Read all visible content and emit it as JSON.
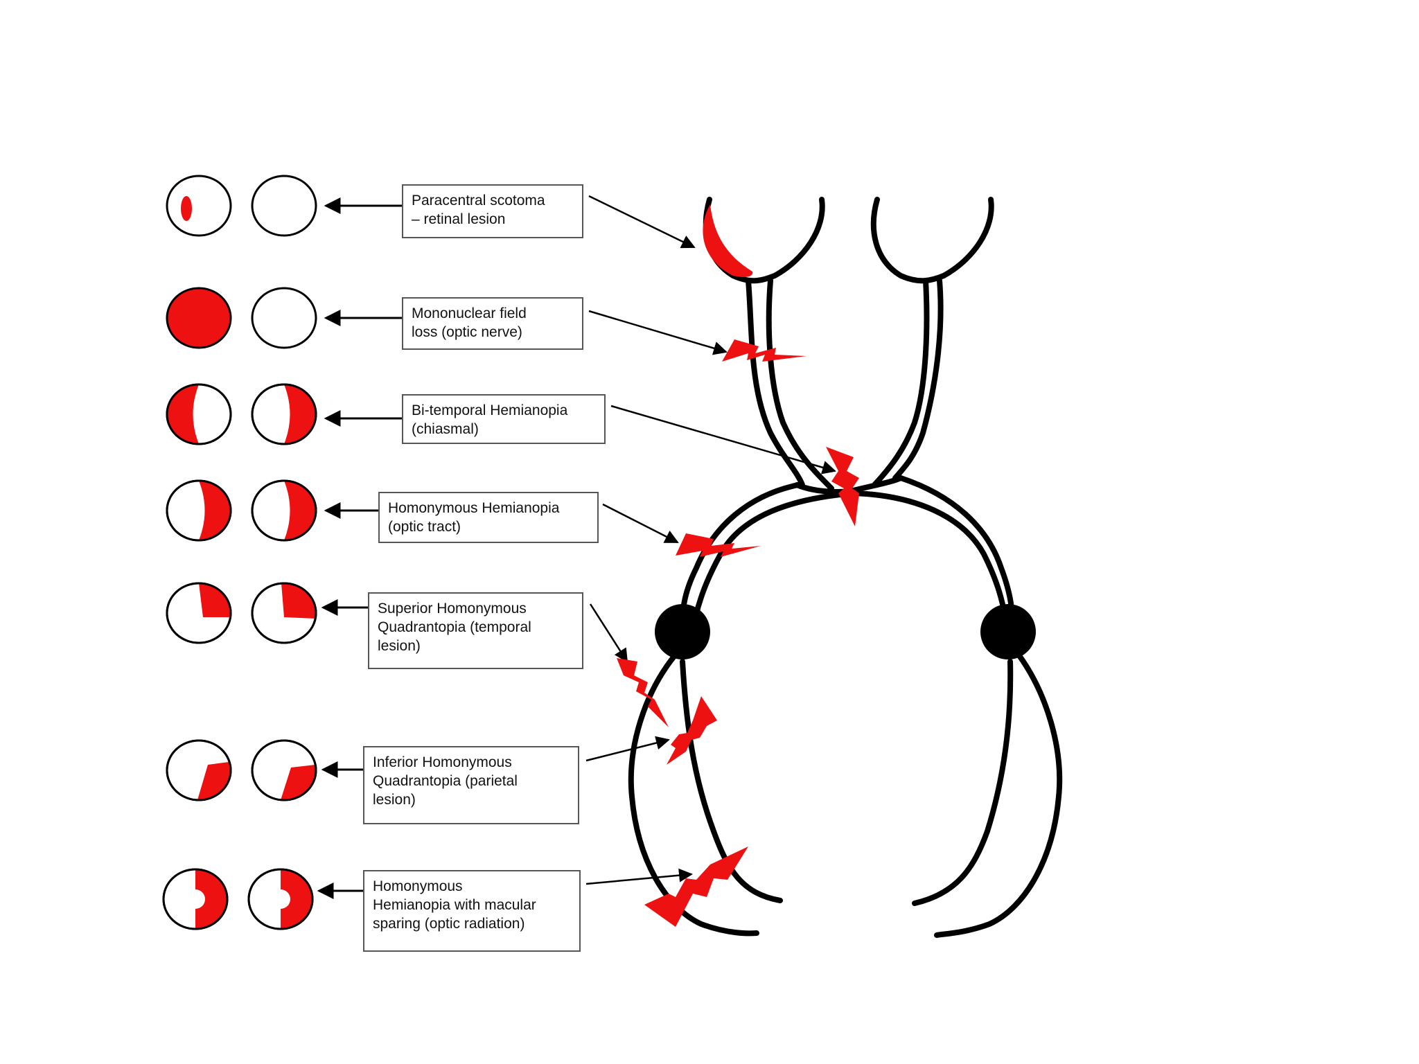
{
  "diagram": {
    "colors": {
      "lesion": "#ee1111",
      "outline": "#000000",
      "box_border": "#555555"
    },
    "rows": [
      {
        "id": "paracentral",
        "lines": [
          "Paracentral scotoma",
          "– retinal lesion"
        ]
      },
      {
        "id": "mononuclear",
        "lines": [
          "Mononuclear field",
          "loss (optic nerve)"
        ]
      },
      {
        "id": "bitemporal",
        "lines": [
          "Bi-temporal Hemianopia",
          "(chiasmal)"
        ]
      },
      {
        "id": "homonymous",
        "lines": [
          "Homonymous Hemianopia",
          "(optic tract)"
        ]
      },
      {
        "id": "superior-quad",
        "lines": [
          "Superior Homonymous",
          "Quadrantopia (temporal",
          "lesion)"
        ]
      },
      {
        "id": "inferior-quad",
        "lines": [
          "Inferior Homonymous",
          "Quadrantopia (parietal",
          "lesion)"
        ]
      },
      {
        "id": "macular",
        "lines": [
          "Homonymous",
          "Hemianopia with macular",
          "sparing (optic radiation)"
        ]
      }
    ]
  }
}
